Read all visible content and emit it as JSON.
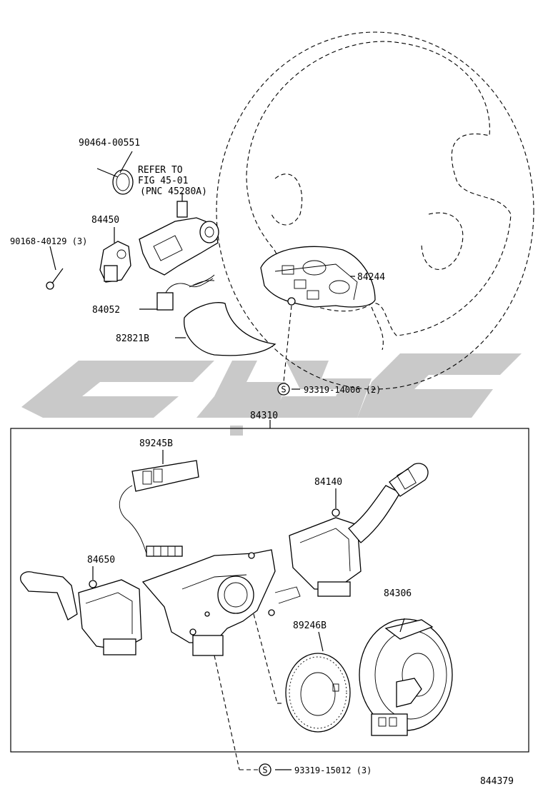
{
  "diagram": {
    "figure_number": "844379",
    "assembly_label": "84310",
    "callouts": {
      "clip": "90464-00551",
      "refer_line1": "REFER TO",
      "refer_line2": "FIG 45-01",
      "refer_line3": "(PNC 45280A)",
      "ignition_switch": "84450",
      "screw": "90168-40129 (3)",
      "connector": "84052",
      "cover": "82821B",
      "steering_pad_switch": "84244",
      "screw_top_code": "93319-14006 (2)",
      "screw_top_mark": "S",
      "wire_connector": "89245B",
      "wiper_switch": "84140",
      "turn_switch": "84650",
      "spiral_cable": "84306",
      "sensor_ring": "89246B",
      "screw_bottom_code": "93319-15012 (3)",
      "screw_bottom_mark": "S"
    },
    "watermark_color": "#c9c9c9"
  }
}
